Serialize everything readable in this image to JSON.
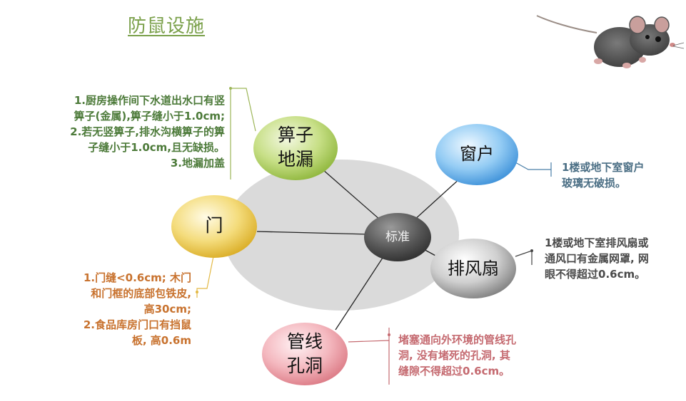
{
  "title": "防鼠设施",
  "center": {
    "label": "标准"
  },
  "nodes": {
    "grate": {
      "line1": "箅子",
      "line2": "地漏"
    },
    "door": {
      "label": "门"
    },
    "window": {
      "label": "窗户"
    },
    "fan": {
      "label": "排风扇"
    },
    "pipe": {
      "line1": "管线",
      "line2": "孔洞"
    }
  },
  "notes": {
    "grate": [
      "1.厨房操作间下水道出水口有竖",
      "箅子(金属),箅子缝小于1.0cm;",
      "2.若无竖箅子,排水沟横箅子的箅",
      "子缝小于1.0cm,且无缺损。",
      "3.地漏加盖"
    ],
    "door": [
      "1.门缝<0.6cm; 木门",
      "和门框的底部包铁皮,",
      "高30cm;",
      "2.食品库房门口有挡鼠",
      "板, 高0.6m"
    ],
    "window": [
      "1楼或地下室窗户",
      "玻璃无破损。"
    ],
    "fan": [
      "1楼或地下室排风扇或",
      "通风口有金属网罩, 网",
      "眼不得超过0.6cm。"
    ],
    "pipe": [
      "堵塞通向外环境的管线孔",
      "洞, 没有堵死的孔洞, 其",
      "缝隙不得超过0.6cm。"
    ]
  },
  "colors": {
    "grate": "#9bc24a",
    "door": "#e8c33c",
    "window": "#4a9fe0",
    "fan": "#8c8c8c",
    "pipe": "#e78f98",
    "center": "#4a4a4a",
    "backdrop": "#dadada"
  }
}
